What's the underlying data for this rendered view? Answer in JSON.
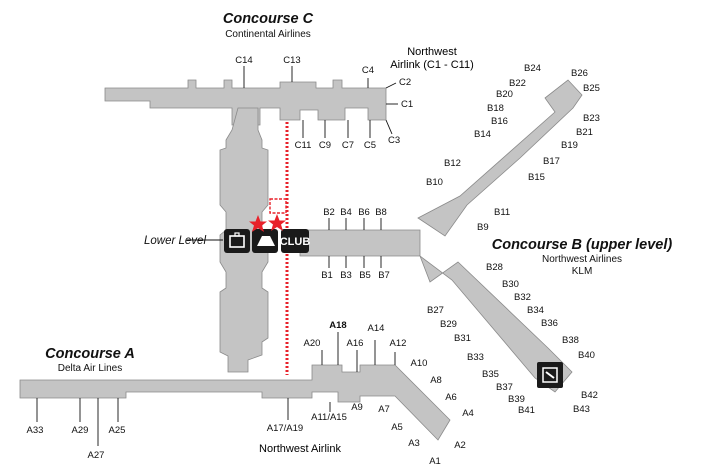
{
  "concourses": {
    "c": {
      "title": "Concourse C",
      "airline": "Continental Airlines",
      "note1": "Northwest",
      "note2": "Airlink (C1 - C11)"
    },
    "a": {
      "title": "Concourse A",
      "airline": "Delta Air Lines",
      "note": "Northwest Airlink"
    },
    "b": {
      "title": "Concourse B (upper level)",
      "airline": "Northwest Airlines",
      "airline2": "KLM"
    }
  },
  "lower_level_label": "Lower Level",
  "club_label": "CLUB",
  "colors": {
    "building": "#c4c4c4",
    "train": "#e8212a",
    "icon_bg": "#1a1a1a"
  },
  "gates": {
    "c": [
      "C14",
      "C13",
      "C4",
      "C2",
      "C1",
      "C3",
      "C11",
      "C9",
      "C7",
      "C5"
    ],
    "a": [
      "A33",
      "A29",
      "A25",
      "A27",
      "A20",
      "A18",
      "A16",
      "A14",
      "A12",
      "A10",
      "A8",
      "A6",
      "A4",
      "A2",
      "A1",
      "A3",
      "A5",
      "A7",
      "A9",
      "A11/A15",
      "A17/A19"
    ],
    "b_link": [
      "B2",
      "B4",
      "B6",
      "B8",
      "B1",
      "B3",
      "B5",
      "B7"
    ],
    "b_upper": [
      "B12",
      "B10",
      "B9",
      "B11",
      "B14",
      "B15",
      "B16",
      "B17",
      "B18",
      "B19",
      "B20",
      "B21",
      "B22",
      "B23",
      "B24",
      "B25",
      "B26"
    ],
    "b_lower": [
      "B28",
      "B27",
      "B29",
      "B30",
      "B31",
      "B32",
      "B33",
      "B34",
      "B35",
      "B36",
      "B37",
      "B38",
      "B39",
      "B40",
      "B41",
      "B42",
      "B43"
    ]
  }
}
